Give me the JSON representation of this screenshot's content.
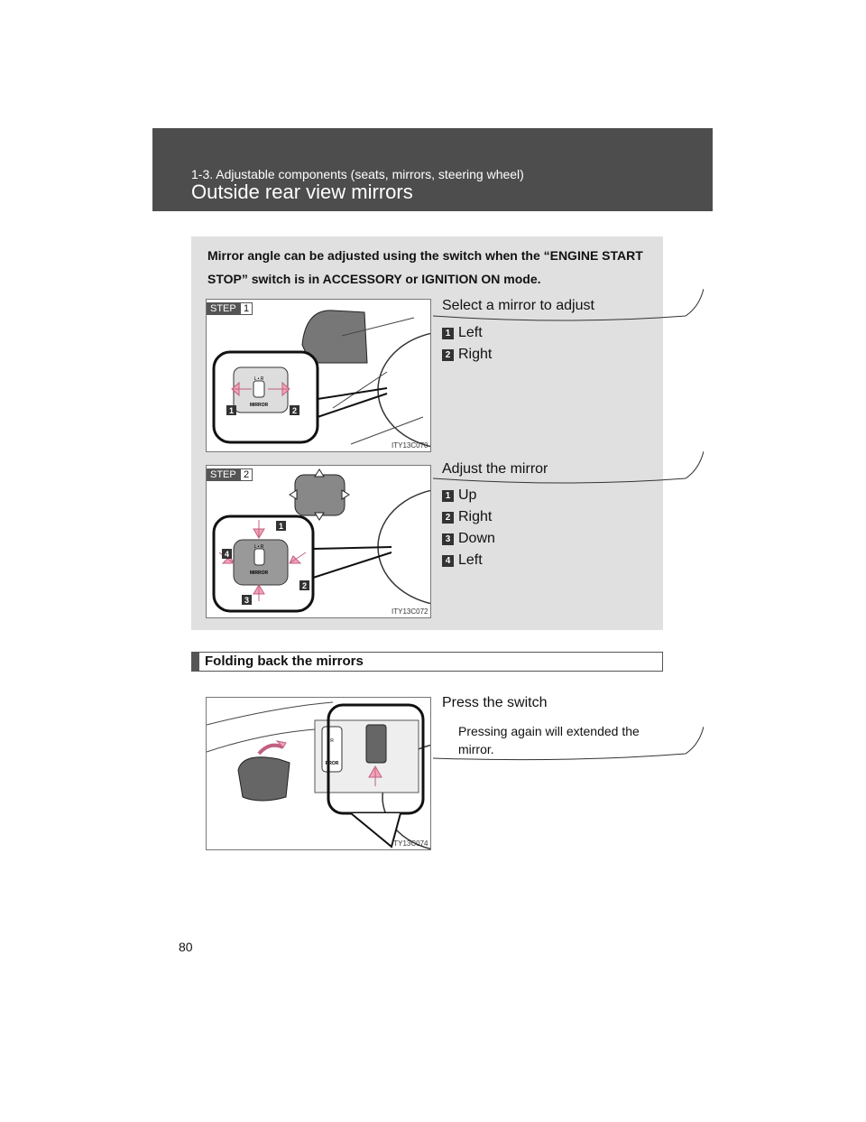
{
  "header": {
    "section": "1-3. Adjustable components (seats, mirrors, steering wheel)",
    "title": "Outside rear view mirrors"
  },
  "intro": "Mirror angle can be adjusted using the switch when the “ENGINE START STOP” switch is in ACCESSORY or IGNITION ON mode.",
  "step1": {
    "step_label": "STEP",
    "step_number": "1",
    "heading": "Select a mirror to adjust",
    "items": [
      {
        "num": "1",
        "text": "Left"
      },
      {
        "num": "2",
        "text": "Right"
      }
    ],
    "figure_code": "ITY13C070",
    "switch_label": "MIRROR",
    "switch_lr": "L • R",
    "callouts": [
      "1",
      "2"
    ]
  },
  "step2": {
    "step_label": "STEP",
    "step_number": "2",
    "heading": "Adjust the mirror",
    "items": [
      {
        "num": "1",
        "text": "Up"
      },
      {
        "num": "2",
        "text": "Right"
      },
      {
        "num": "3",
        "text": "Down"
      },
      {
        "num": "4",
        "text": "Left"
      }
    ],
    "figure_code": "ITY13C072",
    "switch_label": "MIRROR",
    "switch_lr": "L • R",
    "callouts": [
      "1",
      "2",
      "3",
      "4"
    ]
  },
  "folding": {
    "heading": "Folding back the mirrors",
    "instruction": "Press the switch",
    "note": "Pressing again will extended the mirror.",
    "figure_code": "ITY13C074",
    "switch_label": "RROR",
    "switch_lr": "R"
  },
  "page_number": "80",
  "colors": {
    "header_bg": "#4d4d4d",
    "panel_bg": "#e0e0e0",
    "arrow_pink": "#f5a3b9",
    "badge": "#333333"
  }
}
